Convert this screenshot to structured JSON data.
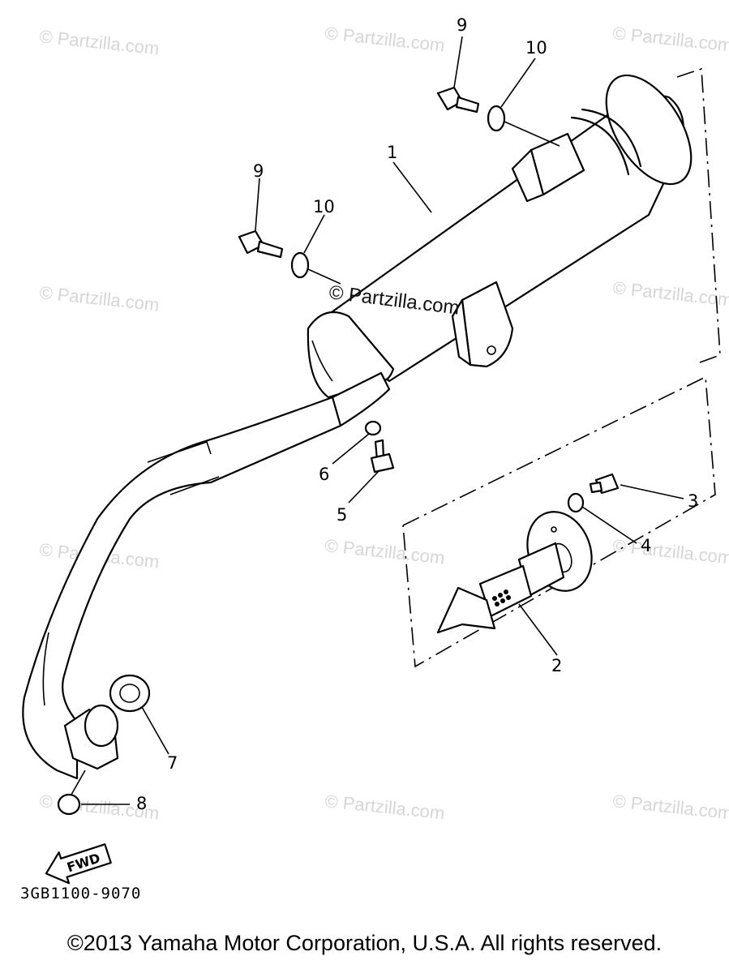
{
  "watermarks": {
    "text": "© Partzilla.com",
    "center_text": "© Partzilla.com"
  },
  "callouts": {
    "c1": "1",
    "c2": "2",
    "c3": "3",
    "c4": "4",
    "c5": "5",
    "c6": "6",
    "c7": "7",
    "c8": "8",
    "c9a": "9",
    "c9b": "9",
    "c10a": "10",
    "c10b": "10"
  },
  "fwd_label": "FWD",
  "diagram_code": "3GB1100-9070",
  "copyright": "©2013 Yamaha Motor Corporation, U.S.A. All rights reserved."
}
